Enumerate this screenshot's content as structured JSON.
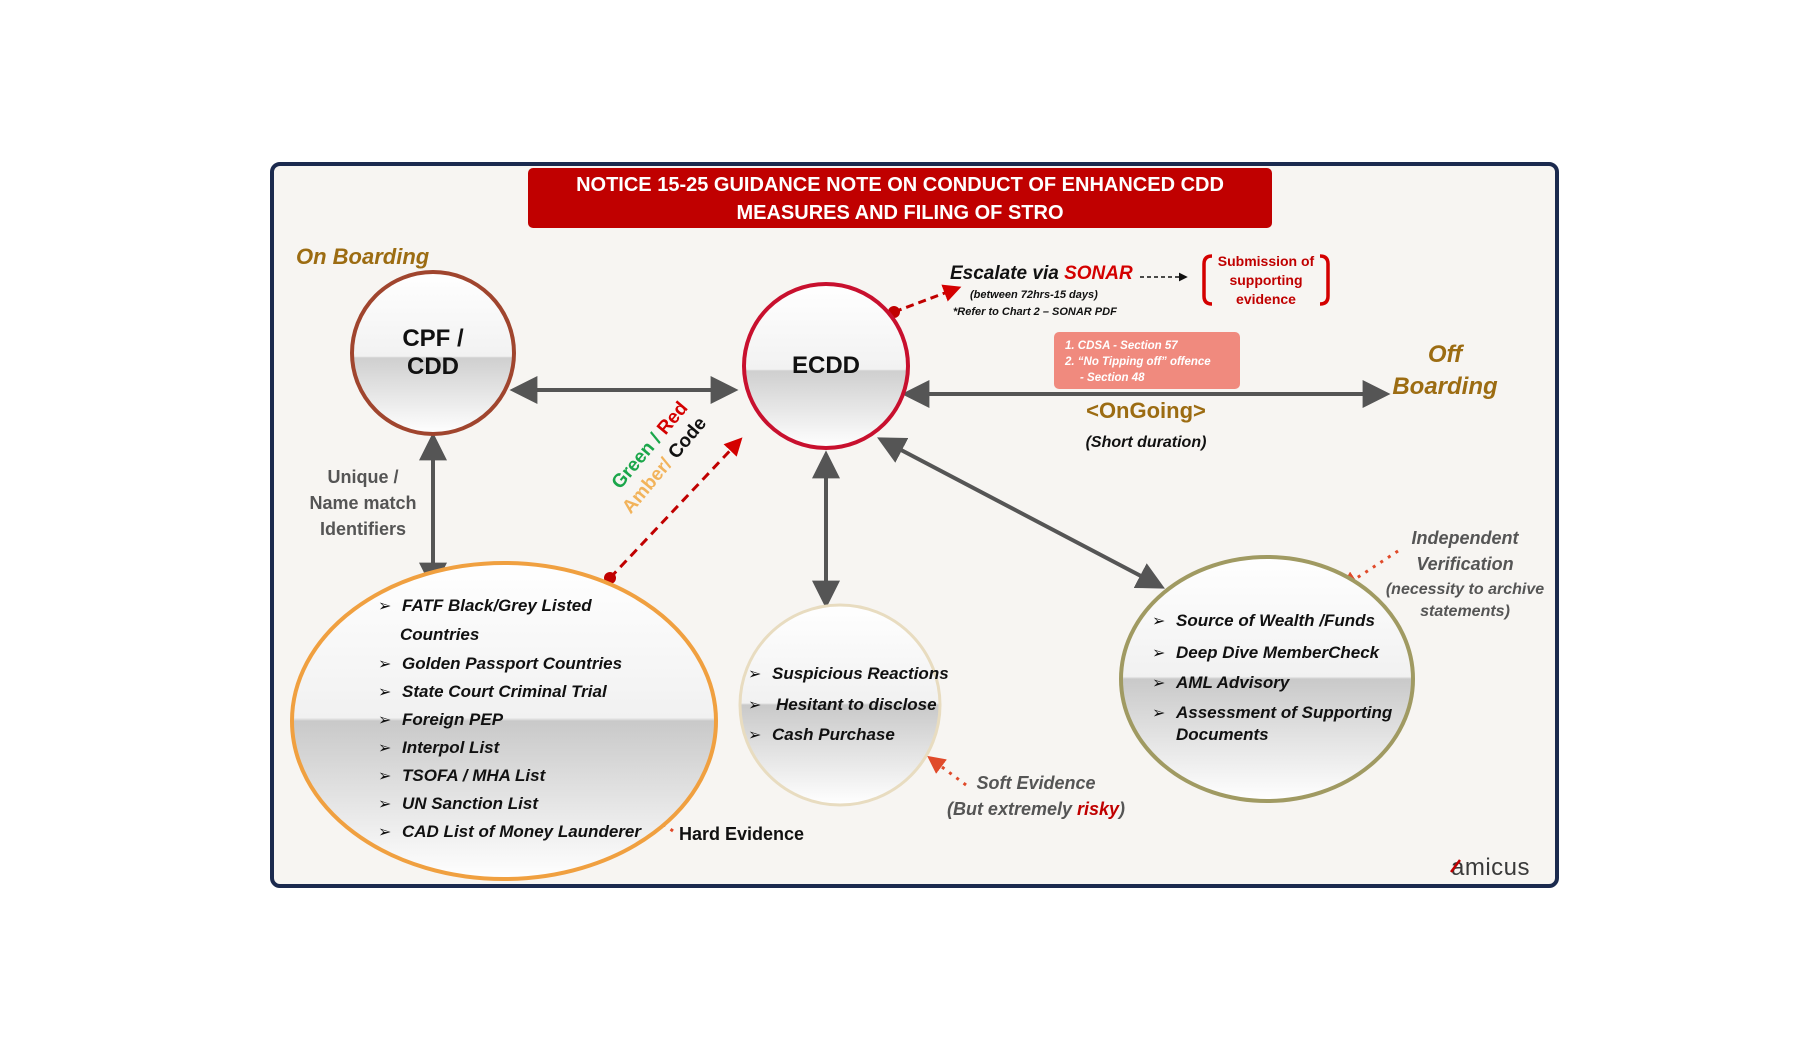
{
  "title": {
    "line1": "NOTICE 15-25 GUIDANCE NOTE ON CONDUCT OF ENHANCED CDD",
    "line2": "MEASURES AND FILING OF STRO"
  },
  "phases": {
    "onboarding": "On Boarding",
    "offboarding_1": "Off",
    "offboarding_2": "Boarding"
  },
  "nodes": {
    "cpf": {
      "line1": "CPF /",
      "line2": "CDD"
    },
    "ecdd": {
      "label": "ECDD"
    }
  },
  "escalate": {
    "prefix": "Escalate via ",
    "sonar": "SONAR",
    "note1": "(between 72hrs-15 days)",
    "note2": "*Refer to Chart 2 – SONAR PDF"
  },
  "submission": {
    "line1": "Submission of",
    "line2": "supporting",
    "line3": "evidence"
  },
  "cdsa_box": {
    "line1": "1. CDSA - Section 57",
    "line2": "2. “No Tipping off” offence",
    "line3": "- Section 48"
  },
  "ongoing": {
    "label": "<OnGoing>",
    "note": "(Short duration)"
  },
  "unique_ids": {
    "line1": "Unique /",
    "line2": "Name match",
    "line3": "Identifiers"
  },
  "code": {
    "green": "Green /",
    "amber": "Amber/",
    "red": " Red",
    "code": "Code"
  },
  "hard": {
    "items": [
      "FATF Black/Grey Listed",
      "Countries",
      "Golden Passport Countries",
      "State Court Criminal Trial",
      "Foreign PEP",
      "Interpol List",
      "TSOFA / MHA List",
      "UN Sanction List",
      "CAD List of Money Launderer"
    ],
    "label": "Hard Evidence"
  },
  "soft": {
    "items": [
      "Suspicious Reactions",
      "Hesitant to disclose",
      "Cash Purchase"
    ],
    "label": "Soft Evidence",
    "note_prefix": "(But extremely ",
    "note_risky": "risky",
    "note_suffix": ")"
  },
  "independent": {
    "items": [
      "Source of Wealth /Funds",
      "Deep Dive MemberCheck",
      "AML Advisory",
      "Assessment  of  Supporting",
      "Documents"
    ],
    "label1": "Independent",
    "label2": "Verification",
    "note1": "(necessity to archive",
    "note2": "statements)"
  },
  "logo": {
    "text": "amicus"
  },
  "colors": {
    "title_bg": "#c00000",
    "frame_border": "#1b2a4e",
    "frame_bg": "#f7f5f2",
    "phase_gold": "#9c6c12",
    "green": "#1aa64a",
    "amber": "#f2b35b",
    "red": "#d40000",
    "cdsa_box": "#f08a7e",
    "hard_ring": "#f0a040",
    "soft_ring": "#e8dcc0",
    "indep_ring": "#a09a62",
    "cpf_ring": "#a0452e",
    "ecdd_ring": "#c8102e",
    "arrow_gray": "#555555"
  },
  "icons": [
    "arrow-bullet-icon",
    "submission-bracket-icon",
    "amicus-logo"
  ]
}
